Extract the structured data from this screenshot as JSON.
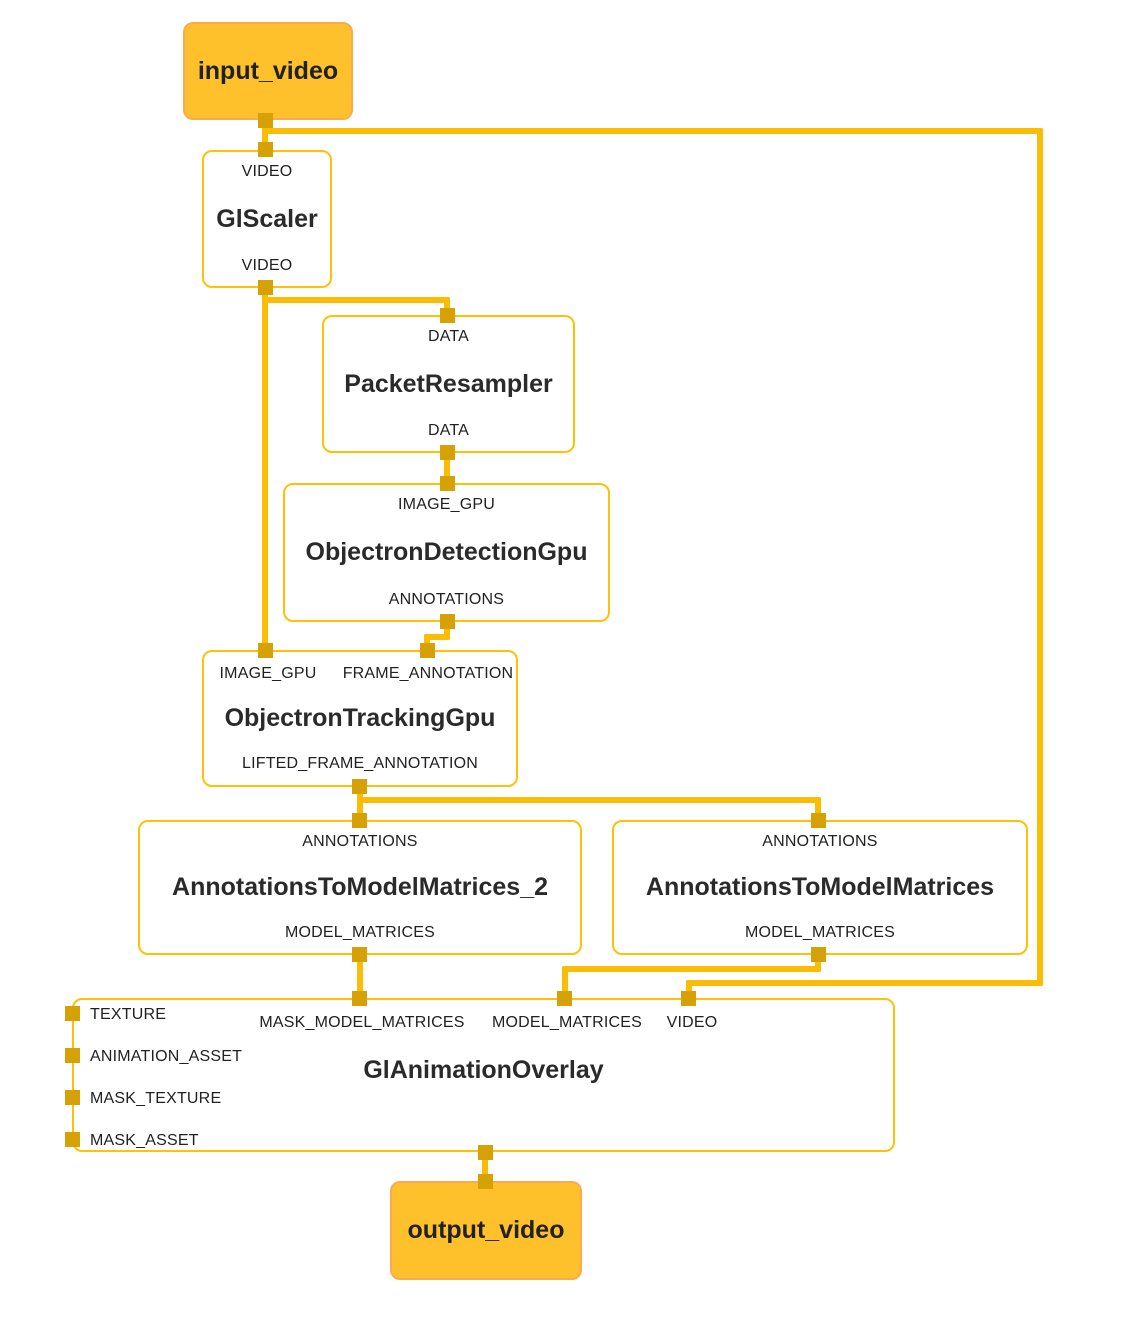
{
  "diagram": {
    "colors": {
      "edge": "#FBBC05",
      "port": "#D6A106",
      "node_border": "#FFC107",
      "terminal_fill": "#FFC12B",
      "terminal_border": "#FAAB4F",
      "text": "#212121"
    },
    "nodes": {
      "input_video": {
        "label": "input_video"
      },
      "gl_scaler": {
        "title": "GlScaler",
        "input": "VIDEO",
        "output": "VIDEO"
      },
      "packet_resampler": {
        "title": "PacketResampler",
        "input": "DATA",
        "output": "DATA"
      },
      "objectron_detection_gpu": {
        "title": "ObjectronDetectionGpu",
        "input": "IMAGE_GPU",
        "output": "ANNOTATIONS"
      },
      "objectron_tracking_gpu": {
        "title": "ObjectronTrackingGpu",
        "input_1": "IMAGE_GPU",
        "input_2": "FRAME_ANNOTATION",
        "output": "LIFTED_FRAME_ANNOTATION"
      },
      "annotations_to_model_matrices_2": {
        "title": "AnnotationsToModelMatrices_2",
        "input": "ANNOTATIONS",
        "output": "MODEL_MATRICES"
      },
      "annotations_to_model_matrices": {
        "title": "AnnotationsToModelMatrices",
        "input": "ANNOTATIONS",
        "output": "MODEL_MATRICES"
      },
      "gl_animation_overlay": {
        "title": "GlAnimationOverlay",
        "side_inputs": [
          "TEXTURE",
          "ANIMATION_ASSET",
          "MASK_TEXTURE",
          "MASK_ASSET"
        ],
        "top_inputs": [
          "MASK_MODEL_MATRICES",
          "MODEL_MATRICES",
          "VIDEO"
        ]
      },
      "output_video": {
        "label": "output_video"
      }
    }
  }
}
